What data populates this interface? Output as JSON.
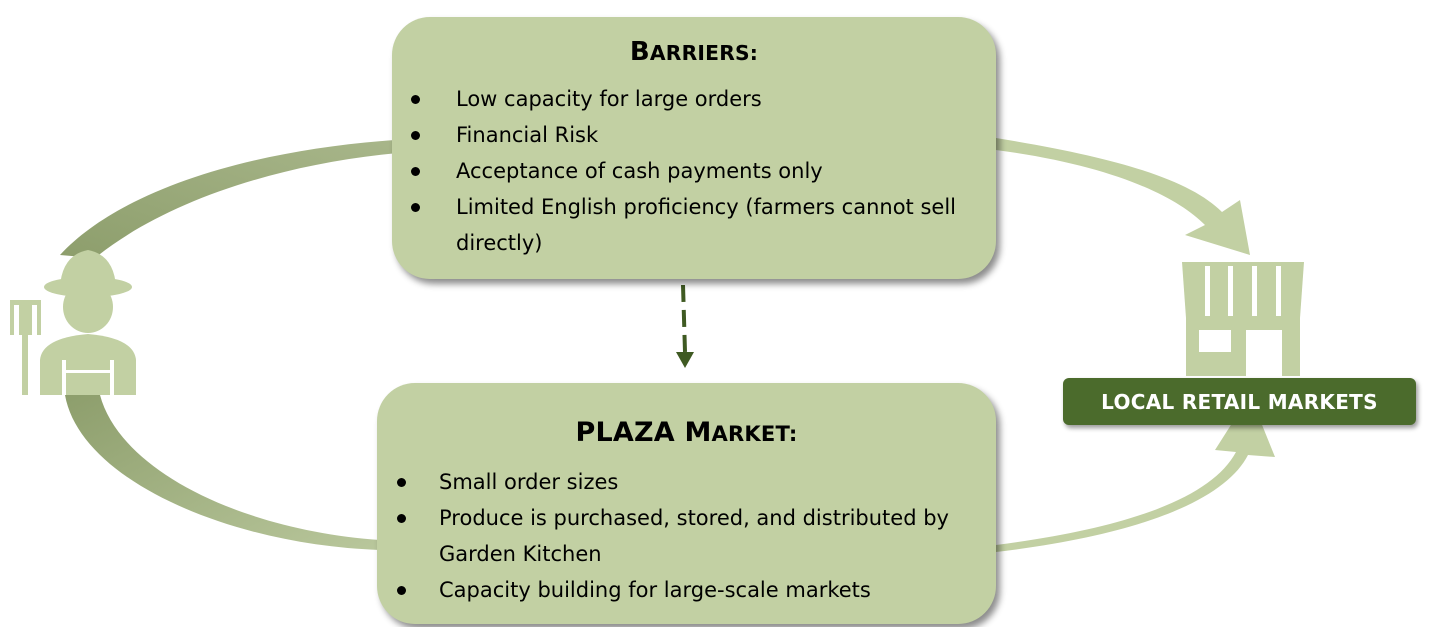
{
  "barriers": {
    "title_initial": "B",
    "title_rest": "ARRIERS:",
    "items": [
      "Low capacity for large orders",
      "Financial Risk",
      "Acceptance of cash payments only",
      "Limited English proficiency (farmers cannot sell directly)"
    ]
  },
  "plaza": {
    "title_word": "PLAZA ",
    "title_initial": "M",
    "title_rest": "ARKET:",
    "items": [
      "Small order sizes",
      "Produce is purchased, stored, and distributed by Garden Kitchen",
      "Capacity building for large-scale markets"
    ]
  },
  "retail": {
    "label": "LOCAL RETAIL MARKETS"
  },
  "colors": {
    "box_fill": "#c2d0a3",
    "label_fill": "#4b6b2c",
    "dashed_arrow": "#3f5a22",
    "curve_dark": "#8ea070",
    "curve_light": "#c2d0a3",
    "icon": "#c2d0a3"
  },
  "icons": {
    "farmer": "farmer-with-pitchfork-icon",
    "store": "storefront-icon"
  }
}
